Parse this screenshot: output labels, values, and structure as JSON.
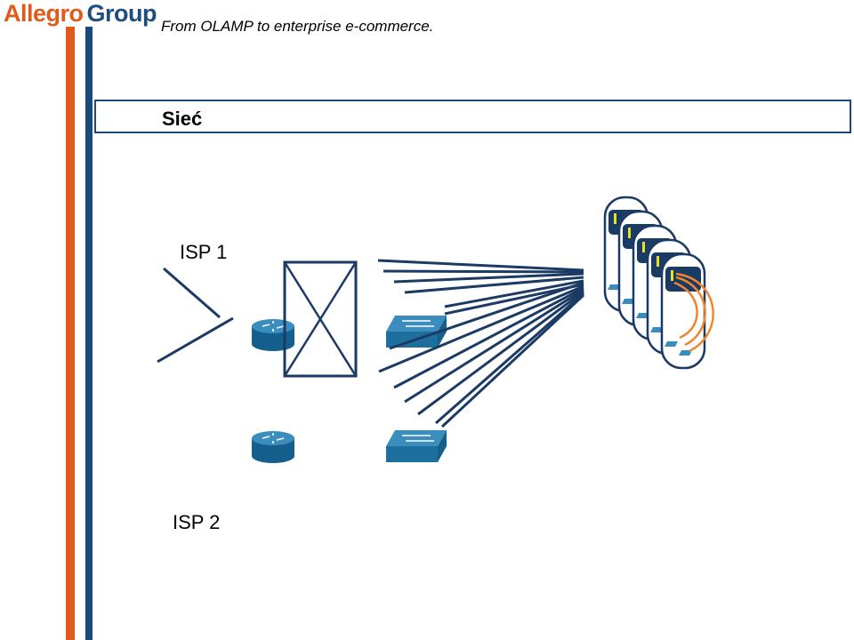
{
  "header": {
    "logo_word1": "Allegro",
    "logo_word2": "Group",
    "subtitle": "From OLAMP to enterprise e-commerce."
  },
  "slide": {
    "title": "Sieć"
  },
  "diagram": {
    "isp1_label": "ISP 1",
    "isp2_label": "ISP 2",
    "colors": {
      "brand_orange": "#e05a1c",
      "brand_blue": "#1b4a7a",
      "device_blue": "#1d6f9e",
      "cable_orange": "#f0862e",
      "rack_dark": "#1b3a64"
    },
    "icons": [
      "router-icon",
      "firewall-icon",
      "switch-icon",
      "server-rack-icon"
    ]
  }
}
